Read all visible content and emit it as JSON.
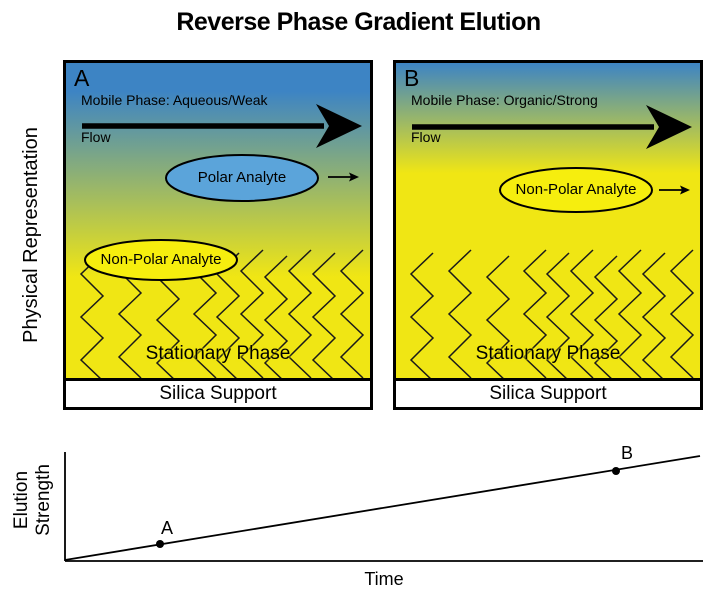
{
  "title": "Reverse Phase Gradient Elution",
  "left_axis_label": "Physical Representation",
  "colors": {
    "mobile-blue": "#3d84c4",
    "mobile-yellow": "#f0e614",
    "polar-fill": "#5ba4da",
    "nonpolar-fill": "#f6ee0e",
    "ink": "#000000"
  },
  "panel_a": {
    "label": "A",
    "mobile_phase_label": "Mobile Phase: Aqueous/Weak",
    "flow_label": "Flow",
    "polar_analyte": "Polar Analyte",
    "nonpolar_analyte": "Non-Polar Analyte",
    "stationary_phase": "Stationary Phase",
    "silica_support": "Silica Support"
  },
  "panel_b": {
    "label": "B",
    "mobile_phase_label": "Mobile Phase: Organic/Strong",
    "flow_label": "Flow",
    "nonpolar_analyte": "Non-Polar Analyte",
    "stationary_phase": "Stationary Phase",
    "silica_support": "Silica Support"
  },
  "chart": {
    "ylabel_line1": "Elution",
    "ylabel_line2": "Strength",
    "xlabel": "Time",
    "point_a_label": "A",
    "point_b_label": "B"
  },
  "chart_data": {
    "type": "line",
    "title": "",
    "xlabel": "Time",
    "ylabel": "Elution Strength",
    "x_range": [
      0,
      1
    ],
    "y_range": [
      0,
      1
    ],
    "grid": false,
    "legend": "none",
    "series": [
      {
        "name": "elution-strength-gradient",
        "x": [
          0,
          1
        ],
        "y": [
          0,
          0.95
        ]
      }
    ],
    "points": [
      {
        "label": "A",
        "x": 0.15,
        "y": 0.15
      },
      {
        "label": "B",
        "x": 0.86,
        "y": 0.83
      }
    ]
  }
}
